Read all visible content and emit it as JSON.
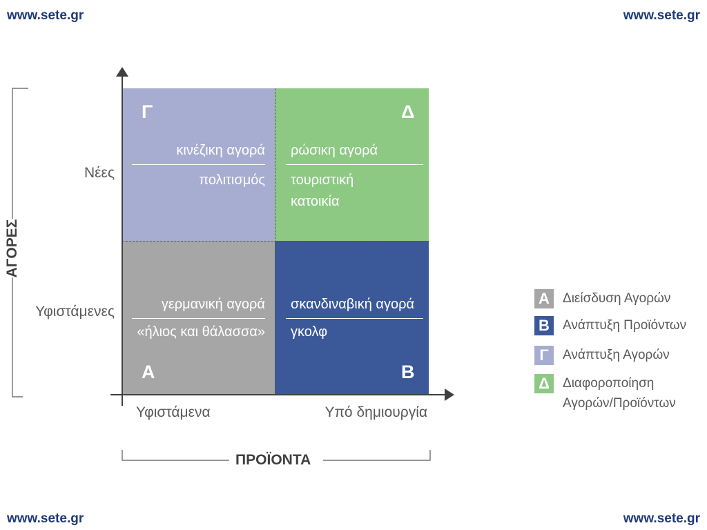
{
  "site_url": "www.sete.gr",
  "matrix": {
    "quadrants": {
      "top_left": {
        "letter": "Γ",
        "line1": "κινέζικη αγορά",
        "line2": "πολιτισμός"
      },
      "top_right": {
        "letter": "Δ",
        "line1": "ρώσικη αγορά",
        "line2": "τουριστική",
        "line3": "κατοικία"
      },
      "bottom_left": {
        "letter": "Α",
        "line1": "γερμανική αγορά",
        "line2": "«ήλιος και θάλασσα»"
      },
      "bottom_right": {
        "letter": "Β",
        "line1": "σκανδιναβική αγορά",
        "line2": "γκολφ"
      }
    },
    "y_axis": {
      "title": "ΑΓΟΡΕΣ",
      "top": "Νέες",
      "bottom": "Υφιστάμενες"
    },
    "x_axis": {
      "title": "ΠΡΟΪΟΝΤΑ",
      "left": "Υφιστάμενα",
      "right": "Υπό δημιουργία"
    }
  },
  "legend": [
    {
      "letter": "Α",
      "label": "Διείσδυση Αγορών",
      "color": "#a6a6a6"
    },
    {
      "letter": "Β",
      "label": "Ανάπτυξη Προϊόντων",
      "color": "#3b5999"
    },
    {
      "letter": "Γ",
      "label": "Ανάπτυξη Αγορών",
      "color": "#a7acd1"
    },
    {
      "letter": "Δ",
      "label": "Διαφοροποίηση",
      "label2": "Αγορών/Προϊόντων",
      "color": "#8dc983"
    }
  ],
  "colors": {
    "quadrant_a": "#a6a6a6",
    "quadrant_b": "#3b5999",
    "quadrant_c": "#a7acd1",
    "quadrant_d": "#8dc983",
    "link": "#1f3a78"
  }
}
